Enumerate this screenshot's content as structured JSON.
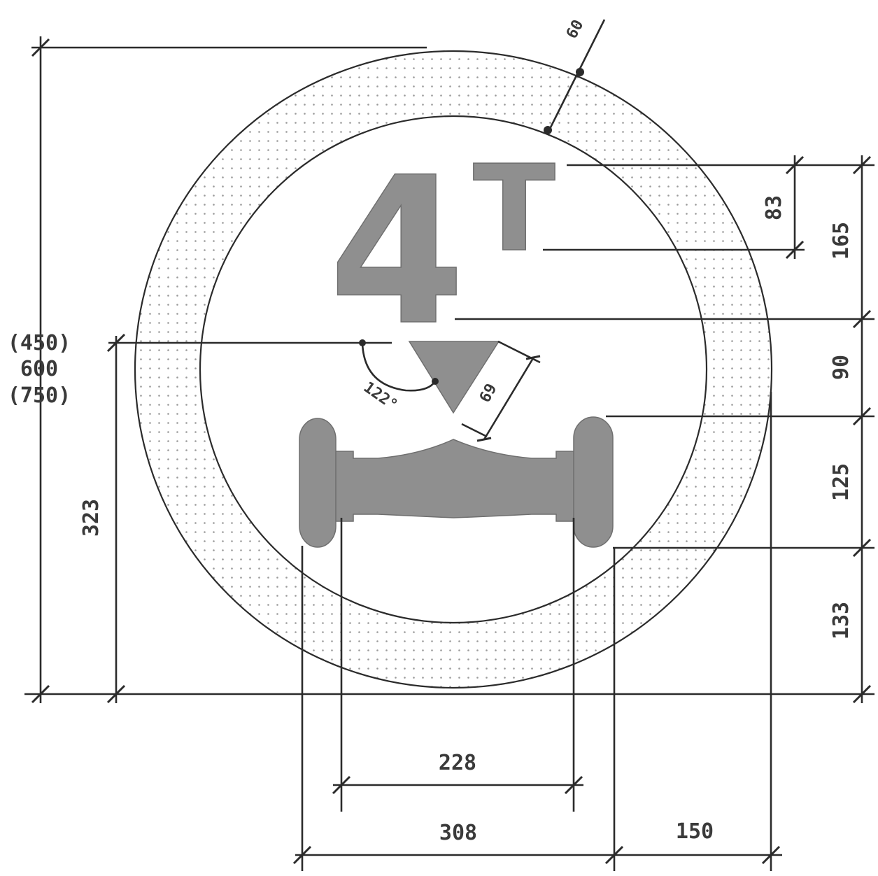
{
  "sign": {
    "legend_weight": "4",
    "legend_unit": "T",
    "colors": {
      "ring_dots": "#9a9a9a",
      "glyph_fill": "#8f8f8f",
      "line": "#2b2b2b",
      "background": "#ffffff"
    }
  },
  "dimensions": {
    "ring_width": "60",
    "diameter_alt_small": "(450)",
    "diameter": "600",
    "diameter_alt_large": "(750)",
    "axle_height": "323",
    "angle": "122°",
    "triangle_side": "69",
    "letter_t_height": "83",
    "legend_height": "165",
    "gap_height": "90",
    "axle_block_height": "125",
    "bottom_height": "133",
    "inner_track": "228",
    "outer_track": "308",
    "edge_offset": "150"
  }
}
